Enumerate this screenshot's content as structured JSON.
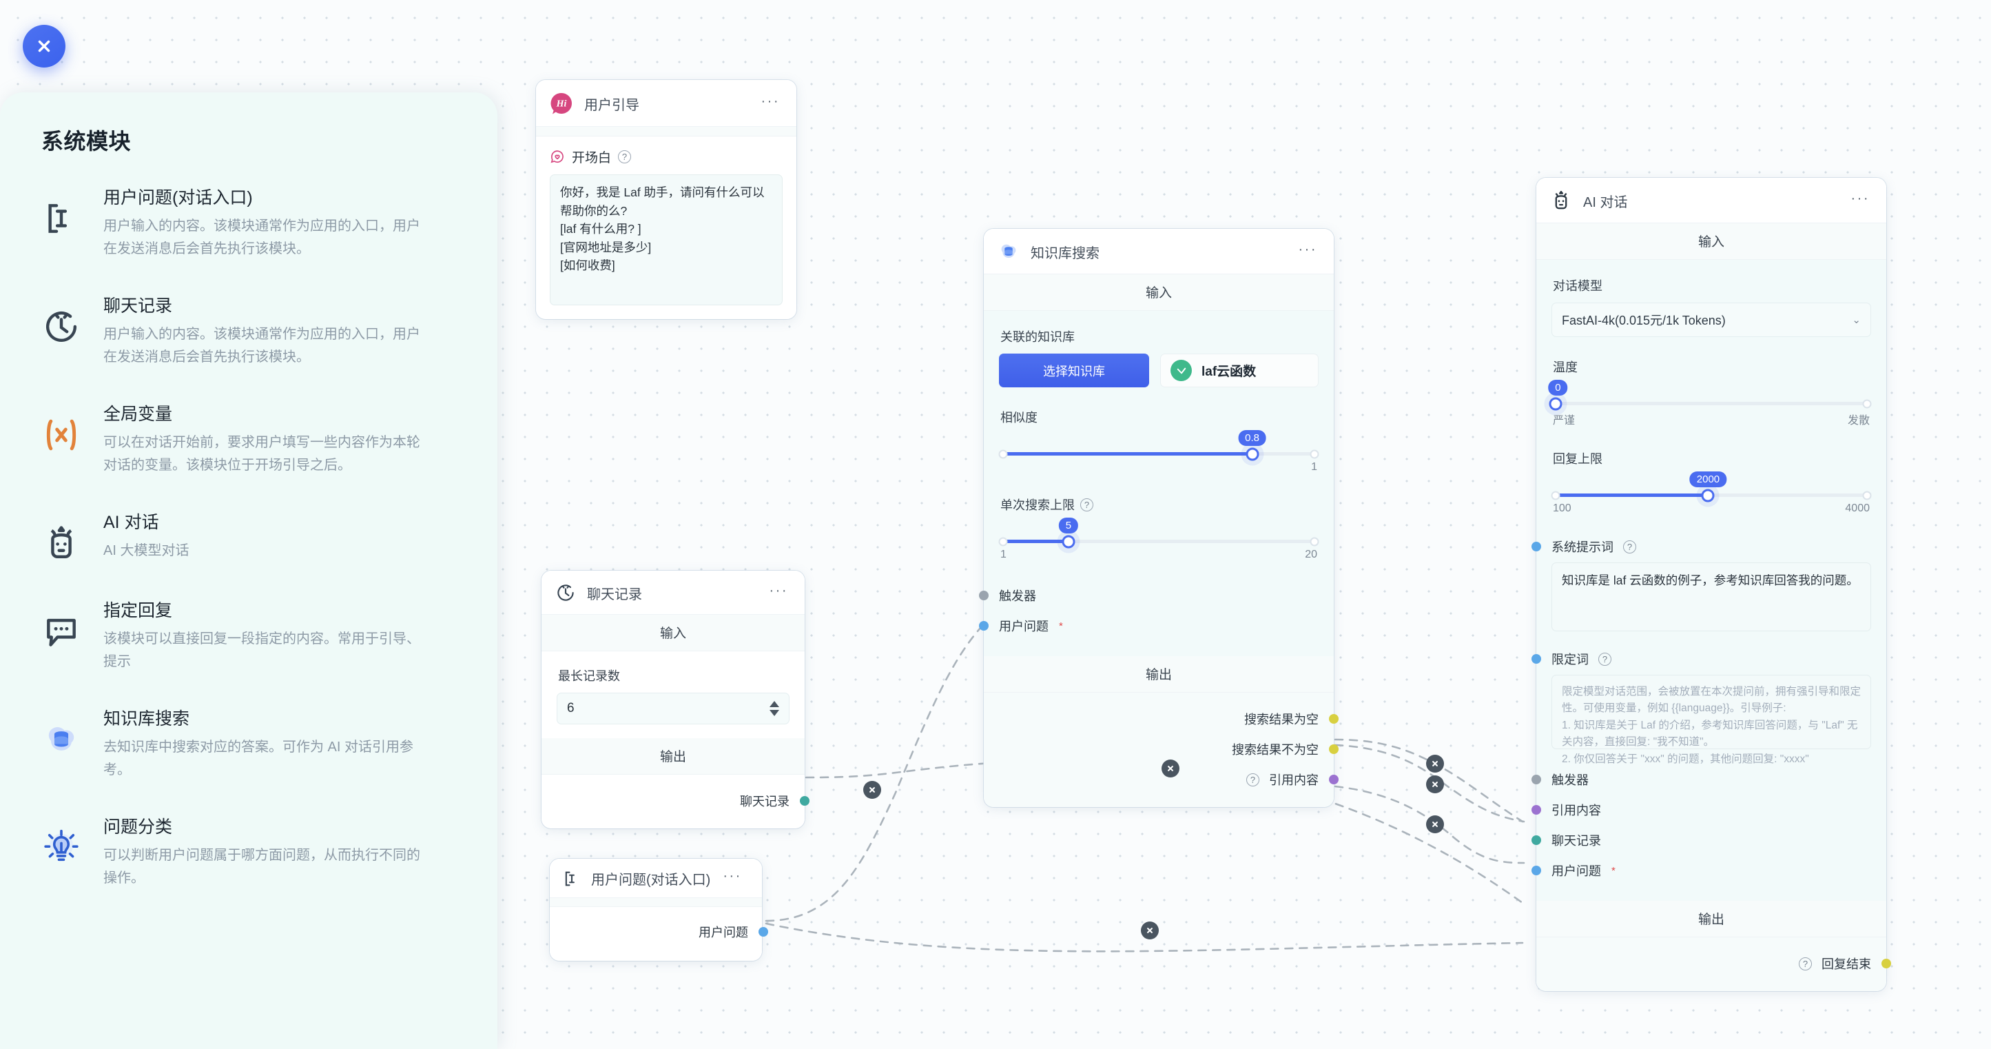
{
  "colors": {
    "accent": "#4a6cf0",
    "sidebar_bg": "#effaf8",
    "canvas_bg": "#fafcfd",
    "node_body": "#f2fafa",
    "dot_blue": "#5aa7e8",
    "dot_grey": "#9aa4ae",
    "dot_yellow": "#d8d040",
    "dot_purple": "#9b72d0",
    "dot_teal": "#3fa9a0",
    "laf_green": "#3fb98b",
    "hi_pink": "#d6467f"
  },
  "close_button": {
    "name": "close",
    "icon": "close-icon"
  },
  "sidebar": {
    "title": "系统模块",
    "items": [
      {
        "icon": "text-cursor-icon",
        "name": "用户问题(对话入口)",
        "desc": "用户输入的内容。该模块通常作为应用的入口，用户在发送消息后会首先执行该模块。"
      },
      {
        "icon": "history-clock-icon",
        "name": "聊天记录",
        "desc": "用户输入的内容。该模块通常作为应用的入口，用户在发送消息后会首先执行该模块。"
      },
      {
        "icon": "variable-x-icon",
        "name": "全局变量",
        "desc": "可以在对话开始前，要求用户填写一些内容作为本轮对话的变量。该模块位于开场引导之后。"
      },
      {
        "icon": "robot-icon",
        "name": "AI 对话",
        "desc": "AI 大模型对话"
      },
      {
        "icon": "chat-bubble-icon",
        "name": "指定回复",
        "desc": "该模块可以直接回复一段指定的内容。常用于引导、提示"
      },
      {
        "icon": "database-icon",
        "name": "知识库搜索",
        "desc": "去知识库中搜索对应的答案。可作为 AI 对话引用参考。"
      },
      {
        "icon": "lightbulb-icon",
        "name": "问题分类",
        "desc": "可以判断用户问题属于哪方面问题，从而执行不同的操作。"
      }
    ]
  },
  "nodes": {
    "user_guide": {
      "icon": "hi-avatar-icon",
      "title": "用户引导",
      "menu": "···",
      "opening": {
        "icon": "heart-chat-icon",
        "label": "开场白",
        "help": "?",
        "value": "你好，我是 Laf 助手，请问有什么可以帮助你的么?\n[laf 有什么用? ]\n[官网地址是多少]\n[如何收费]"
      }
    },
    "chat_history": {
      "icon": "history-clock-icon",
      "title": "聊天记录",
      "menu": "···",
      "input_band": "输入",
      "max_records_label": "最长记录数",
      "max_records_value": "6",
      "output_band": "输出",
      "outputs": [
        {
          "label": "聊天记录",
          "color": "#3fa9a0"
        }
      ]
    },
    "user_question": {
      "icon": "text-cursor-icon",
      "title": "用户问题(对话入口)",
      "menu": "···",
      "outputs": [
        {
          "label": "用户问题",
          "color": "#5aa7e8"
        }
      ]
    },
    "kb_search": {
      "icon": "database-icon",
      "title": "知识库搜索",
      "menu": "···",
      "input_band": "输入",
      "kb_label": "关联的知识库",
      "kb_button": "选择知识库",
      "kb_chip": "laf云函数",
      "similarity": {
        "label": "相似度",
        "value": "0.8",
        "min": "",
        "max": "1",
        "percent": 80
      },
      "top_k": {
        "label": "单次搜索上限",
        "help": "?",
        "value": "5",
        "min": "1",
        "max": "20",
        "percent": 21
      },
      "inputs": [
        {
          "label": "触发器",
          "color": "#9aa4ae",
          "required": false
        },
        {
          "label": "用户问题",
          "color": "#5aa7e8",
          "required": true
        }
      ],
      "output_band": "输出",
      "outputs": [
        {
          "label": "搜索结果为空",
          "color": "#d8d040",
          "help": false
        },
        {
          "label": "搜索结果不为空",
          "color": "#d8d040",
          "help": false
        },
        {
          "label": "引用内容",
          "color": "#9b72d0",
          "help": true
        }
      ]
    },
    "ai_chat": {
      "icon": "robot-icon",
      "title": "AI 对话",
      "menu": "···",
      "input_band": "输入",
      "model": {
        "label": "对话模型",
        "value": "FastAI-4k(0.015元/1k Tokens)"
      },
      "temperature": {
        "label": "温度",
        "value": "0",
        "left": "严谨",
        "right": "发散",
        "percent": 0
      },
      "max_tokens": {
        "label": "回复上限",
        "value": "2000",
        "min": "100",
        "max": "4000",
        "percent": 49
      },
      "system_prompt": {
        "label": "系统提示词",
        "help": "?",
        "color": "#5aa7e8",
        "value": "知识库是 laf 云函数的例子，参考知识库回答我的问题。"
      },
      "limit_prompt": {
        "label": "限定词",
        "help": "?",
        "color": "#5aa7e8",
        "placeholder": "限定模型对话范围，会被放置在本次提问前，拥有强引导和限定性。可使用变量，例如 {{language}}。引导例子:\n1. 知识库是关于 Laf 的介绍，参考知识库回答问题，与 \"Laf\" 无关内容，直接回复: \"我不知道\"。\n2. 你仅回答关于 \"xxx\" 的问题，其他问题回复: \"xxxx\""
      },
      "inputs": [
        {
          "label": "触发器",
          "color": "#9aa4ae",
          "required": false
        },
        {
          "label": "引用内容",
          "color": "#9b72d0",
          "required": false
        },
        {
          "label": "聊天记录",
          "color": "#3fa9a0",
          "required": false
        },
        {
          "label": "用户问题",
          "color": "#5aa7e8",
          "required": true
        }
      ],
      "output_band": "输出",
      "outputs": [
        {
          "label": "回复结束",
          "color": "#d8d040",
          "help": true
        }
      ]
    }
  },
  "edge_delete_label": "×"
}
